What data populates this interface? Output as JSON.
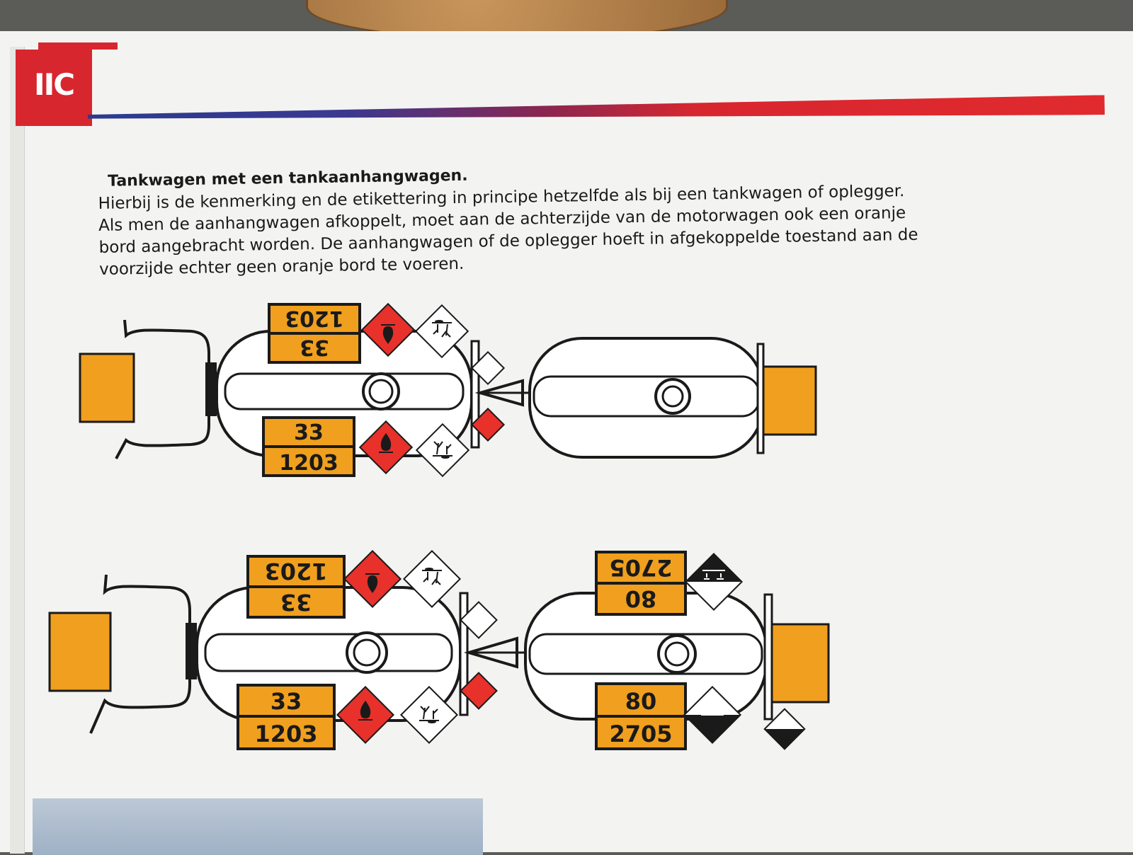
{
  "section_tab": {
    "label": "IIC"
  },
  "heading": "Tankwagen met een tankaanhangwagen.",
  "paragraph": [
    "Hierbij is de kenmerking en de etikettering in principe hetzelfde als bij een tankwagen of oplegger.",
    "Als men de aanhangwagen afkoppelt, moet aan de achterzijde van de motorwagen ook een oranje",
    "bord aangebracht worden. De aanhangwagen of de oplegger hoeft in afgekoppelde toestand aan de",
    "voorzijde echter geen oranje bord te voeren."
  ],
  "diagram_top": {
    "plate_upper": {
      "hazard": "33",
      "un": "1203"
    },
    "plate_lower": {
      "hazard": "33",
      "un": "1203"
    }
  },
  "diagram_bottom": {
    "plate_upper": {
      "hazard": "33",
      "un": "1203"
    },
    "plate_lower": {
      "hazard": "33",
      "un": "1203"
    },
    "trailer_plate_upper": {
      "hazard": "80",
      "un": "2705"
    },
    "trailer_plate_lower": {
      "hazard": "80",
      "un": "2705"
    }
  },
  "colors": {
    "brand_red": "#d8262f",
    "orange_plate": "#f0a01e",
    "label_red": "#e8312b"
  }
}
